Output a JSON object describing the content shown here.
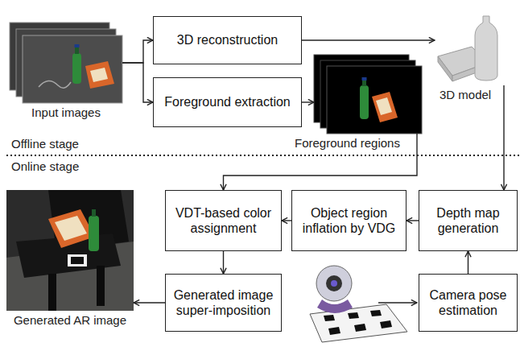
{
  "diagram": {
    "nodes": [
      {
        "text": [
          "Input images"
        ]
      },
      {
        "text": [
          "3D reconstruction"
        ]
      },
      {
        "text": [
          "Foreground extraction"
        ]
      },
      {
        "text": [
          "3D model"
        ]
      },
      {
        "text": [
          "Foreground regions"
        ]
      },
      {
        "text": [
          "VDT-based color assignment"
        ]
      },
      {
        "text": [
          "Object region inflation by VDG"
        ]
      },
      {
        "text": [
          "Depth map generation"
        ]
      },
      {
        "text": [
          "Generated AR image"
        ]
      },
      {
        "text": [
          "Generated image super-imposition"
        ]
      },
      {
        "text": [
          "Camera pose estimation"
        ]
      }
    ],
    "edges": [
      {
        "from": 0,
        "to": 1,
        "arrow": "to"
      },
      {
        "from": 0,
        "to": 2,
        "arrow": "to"
      },
      {
        "from": 1,
        "to": 3,
        "arrow": "to"
      },
      {
        "from": 2,
        "to": 4,
        "arrow": "to"
      },
      {
        "from": 4,
        "to": 5,
        "arrow": "to"
      },
      {
        "from": 3,
        "to": 7,
        "arrow": "to"
      },
      {
        "from": 7,
        "to": 6,
        "arrow": "to"
      },
      {
        "from": 6,
        "to": 5,
        "arrow": "to"
      },
      {
        "from": 5,
        "to": 9,
        "arrow": "to"
      },
      {
        "from": 9,
        "to": 8,
        "arrow": "to"
      },
      {
        "from": 10,
        "to": 7,
        "arrow": "to"
      }
    ],
    "labels": [
      "Offline stage",
      "Online stage"
    ]
  }
}
